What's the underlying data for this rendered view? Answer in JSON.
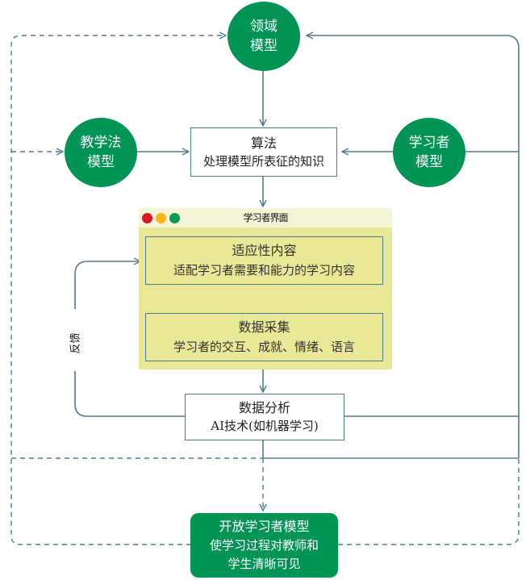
{
  "colors": {
    "green": "#009455",
    "line": "#4f7d8a",
    "panel": "#e8e896",
    "panel_bar": "#f4f4d6",
    "dot_red": "#d9152a",
    "dot_yellow": "#fbb415",
    "dot_green": "#0a9a55"
  },
  "nodes": {
    "domain_model": {
      "line1": "领域",
      "line2": "模型"
    },
    "pedagogy_model": {
      "line1": "教学法",
      "line2": "模型"
    },
    "learner_model": {
      "line1": "学习者",
      "line2": "模型"
    },
    "algorithm": {
      "title": "算法",
      "subtitle": "处理模型所表征的知识"
    },
    "learner_interface": {
      "title": "学习者界面",
      "window_dots": [
        "red",
        "yellow",
        "green"
      ],
      "adaptive_content": {
        "title": "适应性内容",
        "subtitle": "适配学习者需要和能力的学习内容"
      },
      "data_collection": {
        "title": "数据采集",
        "subtitle": "学习者的交互、成就、情绪、语言"
      }
    },
    "data_analysis": {
      "title": "数据分析",
      "subtitle": "AI技术(如机器学习)"
    },
    "open_learner_model": {
      "title": "开放学习者模型",
      "line2": "使学习过程对教师和",
      "line3": "学生清晰可见"
    }
  },
  "labels": {
    "feedback": "反馈"
  }
}
